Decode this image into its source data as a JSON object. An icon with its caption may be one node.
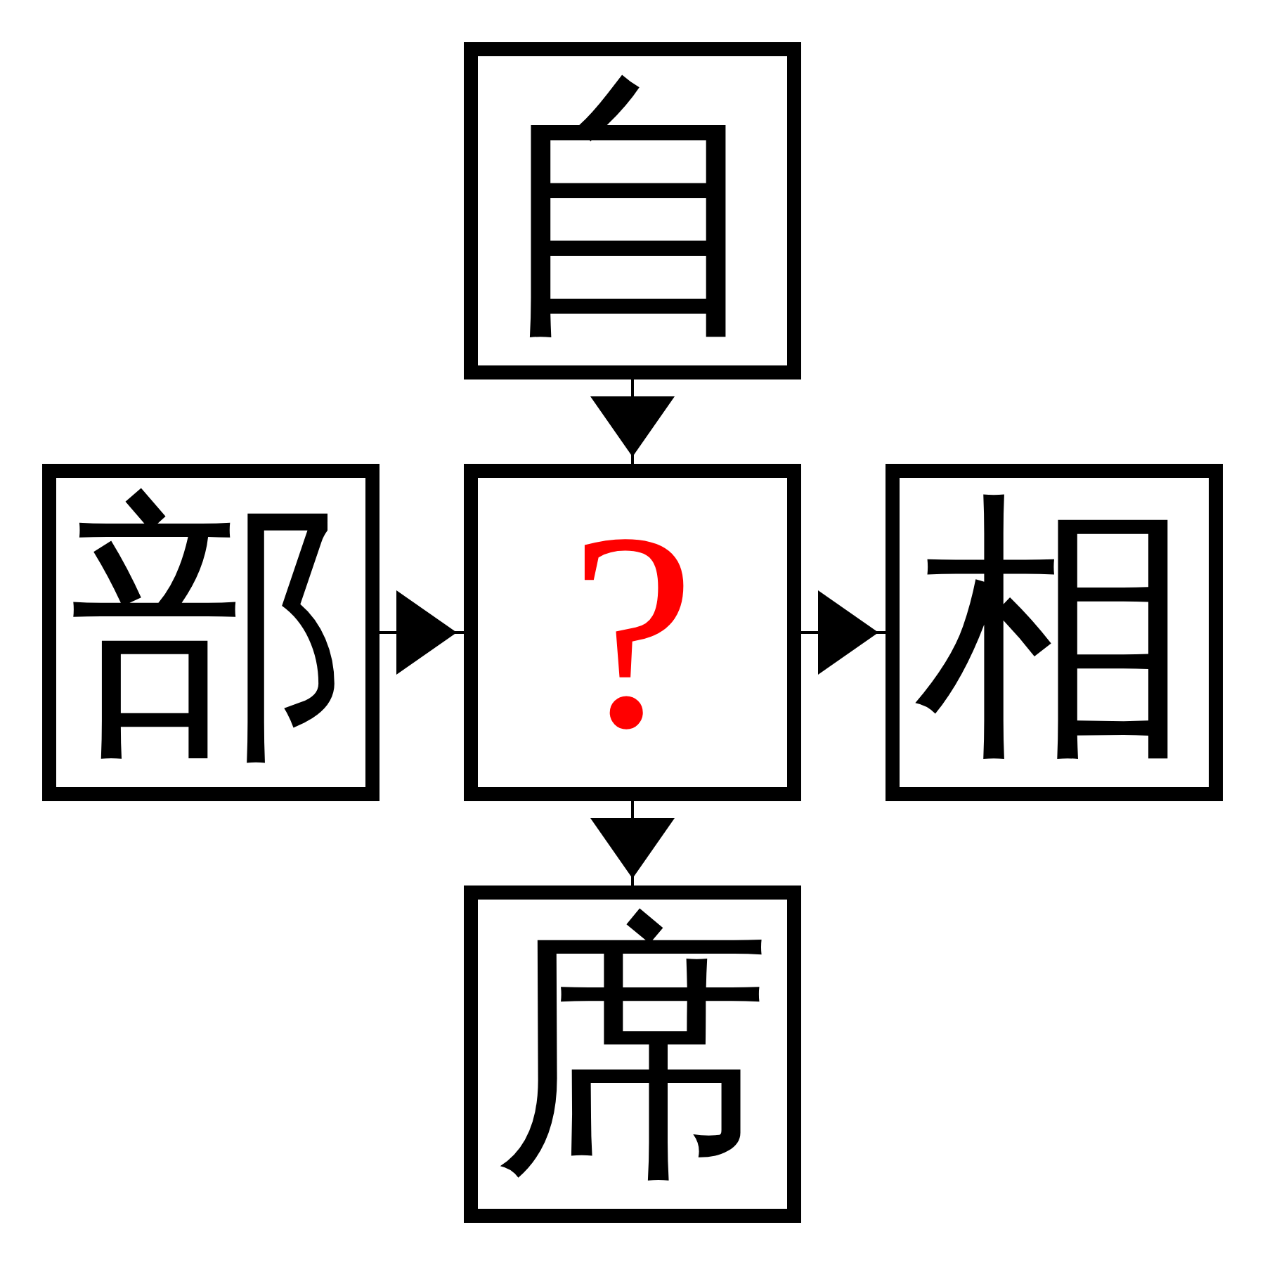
{
  "diagram": {
    "nodes": [
      {
        "text": [
          "自"
        ]
      },
      {
        "text": [
          "部"
        ]
      },
      {
        "text": [
          "?"
        ]
      },
      {
        "text": [
          "相"
        ]
      },
      {
        "text": [
          "席"
        ]
      }
    ],
    "edges": [
      {
        "from": 0,
        "to": 2,
        "arrow": "to"
      },
      {
        "from": 1,
        "to": 2,
        "arrow": "to"
      },
      {
        "from": 2,
        "to": 3,
        "arrow": "to"
      },
      {
        "from": 2,
        "to": 4,
        "arrow": "to"
      }
    ]
  }
}
